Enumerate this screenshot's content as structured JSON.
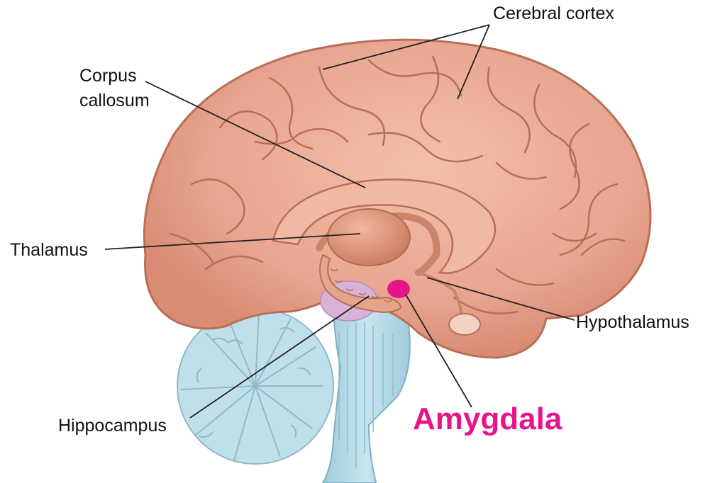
{
  "labels": {
    "cerebral_cortex": "Cerebral cortex",
    "corpus_line1": "Corpus",
    "corpus_line2": "callosum",
    "thalamus": "Thalamus",
    "hypothalamus": "Hypothalamus",
    "hippocampus": "Hippocampus",
    "amygdala": "Amygdala"
  },
  "colors": {
    "label_text": "#111111",
    "amygdala": "#e6168a",
    "cortex": "#e8a58f",
    "cortex_outline": "#b86f58",
    "cerebellum": "#bfe0ea",
    "brainstem": "#a9d3e2",
    "thalamus": "#dc9478",
    "hippocampus": "#e6a48c",
    "pineal_area": "#d9b2d8"
  }
}
